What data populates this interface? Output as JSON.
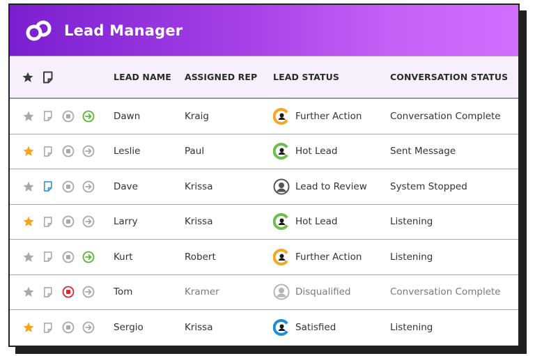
{
  "app": {
    "title": "Lead Manager",
    "logo_icon": "linked-rings-icon",
    "header_gradient": [
      "#7a1fd0",
      "#d16dff"
    ]
  },
  "table": {
    "header_icons": [
      "star-icon",
      "note-icon"
    ],
    "columns": {
      "lead_name": "LEAD NAME",
      "assigned_rep": "ASSIGNED REP",
      "lead_status": "LEAD STATUS",
      "conversation_status": "CONVERSATION STATUS"
    },
    "status_colors": {
      "Further Action": "#f5a623",
      "Hot Lead": "#6cc04a",
      "Lead to Review": "#555555",
      "Disqualified": "#b5b5b5",
      "Satisfied": "#1a90d9"
    },
    "icon_colors": {
      "star_on": "#f7a21b",
      "star_off": "#a9a9a9",
      "note_on": "#1a9be0",
      "note_off": "#a9a9a9",
      "stop_on": "#e0242b",
      "stop_off": "#a9a9a9",
      "go_on": "#5bb531",
      "go_off": "#a9a9a9"
    },
    "rows": [
      {
        "lead_name": "Dawn",
        "assigned_rep": "Kraig",
        "lead_status": "Further Action",
        "conversation_status": "Conversation Complete",
        "starred": false,
        "note": false,
        "stopped": false,
        "go": true,
        "muted": false
      },
      {
        "lead_name": "Leslie",
        "assigned_rep": "Paul",
        "lead_status": "Hot Lead",
        "conversation_status": "Sent Message",
        "starred": true,
        "note": false,
        "stopped": false,
        "go": false,
        "muted": false
      },
      {
        "lead_name": "Dave",
        "assigned_rep": "Krissa",
        "lead_status": "Lead to Review",
        "conversation_status": "System Stopped",
        "starred": false,
        "note": true,
        "stopped": false,
        "go": false,
        "muted": false
      },
      {
        "lead_name": "Larry",
        "assigned_rep": "Krissa",
        "lead_status": "Hot Lead",
        "conversation_status": "Listening",
        "starred": true,
        "note": false,
        "stopped": false,
        "go": false,
        "muted": false
      },
      {
        "lead_name": "Kurt",
        "assigned_rep": "Robert",
        "lead_status": "Further Action",
        "conversation_status": "Listening",
        "starred": false,
        "note": false,
        "stopped": false,
        "go": true,
        "muted": false
      },
      {
        "lead_name": "Tom",
        "assigned_rep": "Kramer",
        "lead_status": "Disqualified",
        "conversation_status": "Conversation Complete",
        "starred": false,
        "note": false,
        "stopped": true,
        "go": false,
        "muted": true
      },
      {
        "lead_name": "Sergio",
        "assigned_rep": "Krissa",
        "lead_status": "Satisfied",
        "conversation_status": "Listening",
        "starred": true,
        "note": false,
        "stopped": false,
        "go": false,
        "muted": false
      }
    ]
  }
}
